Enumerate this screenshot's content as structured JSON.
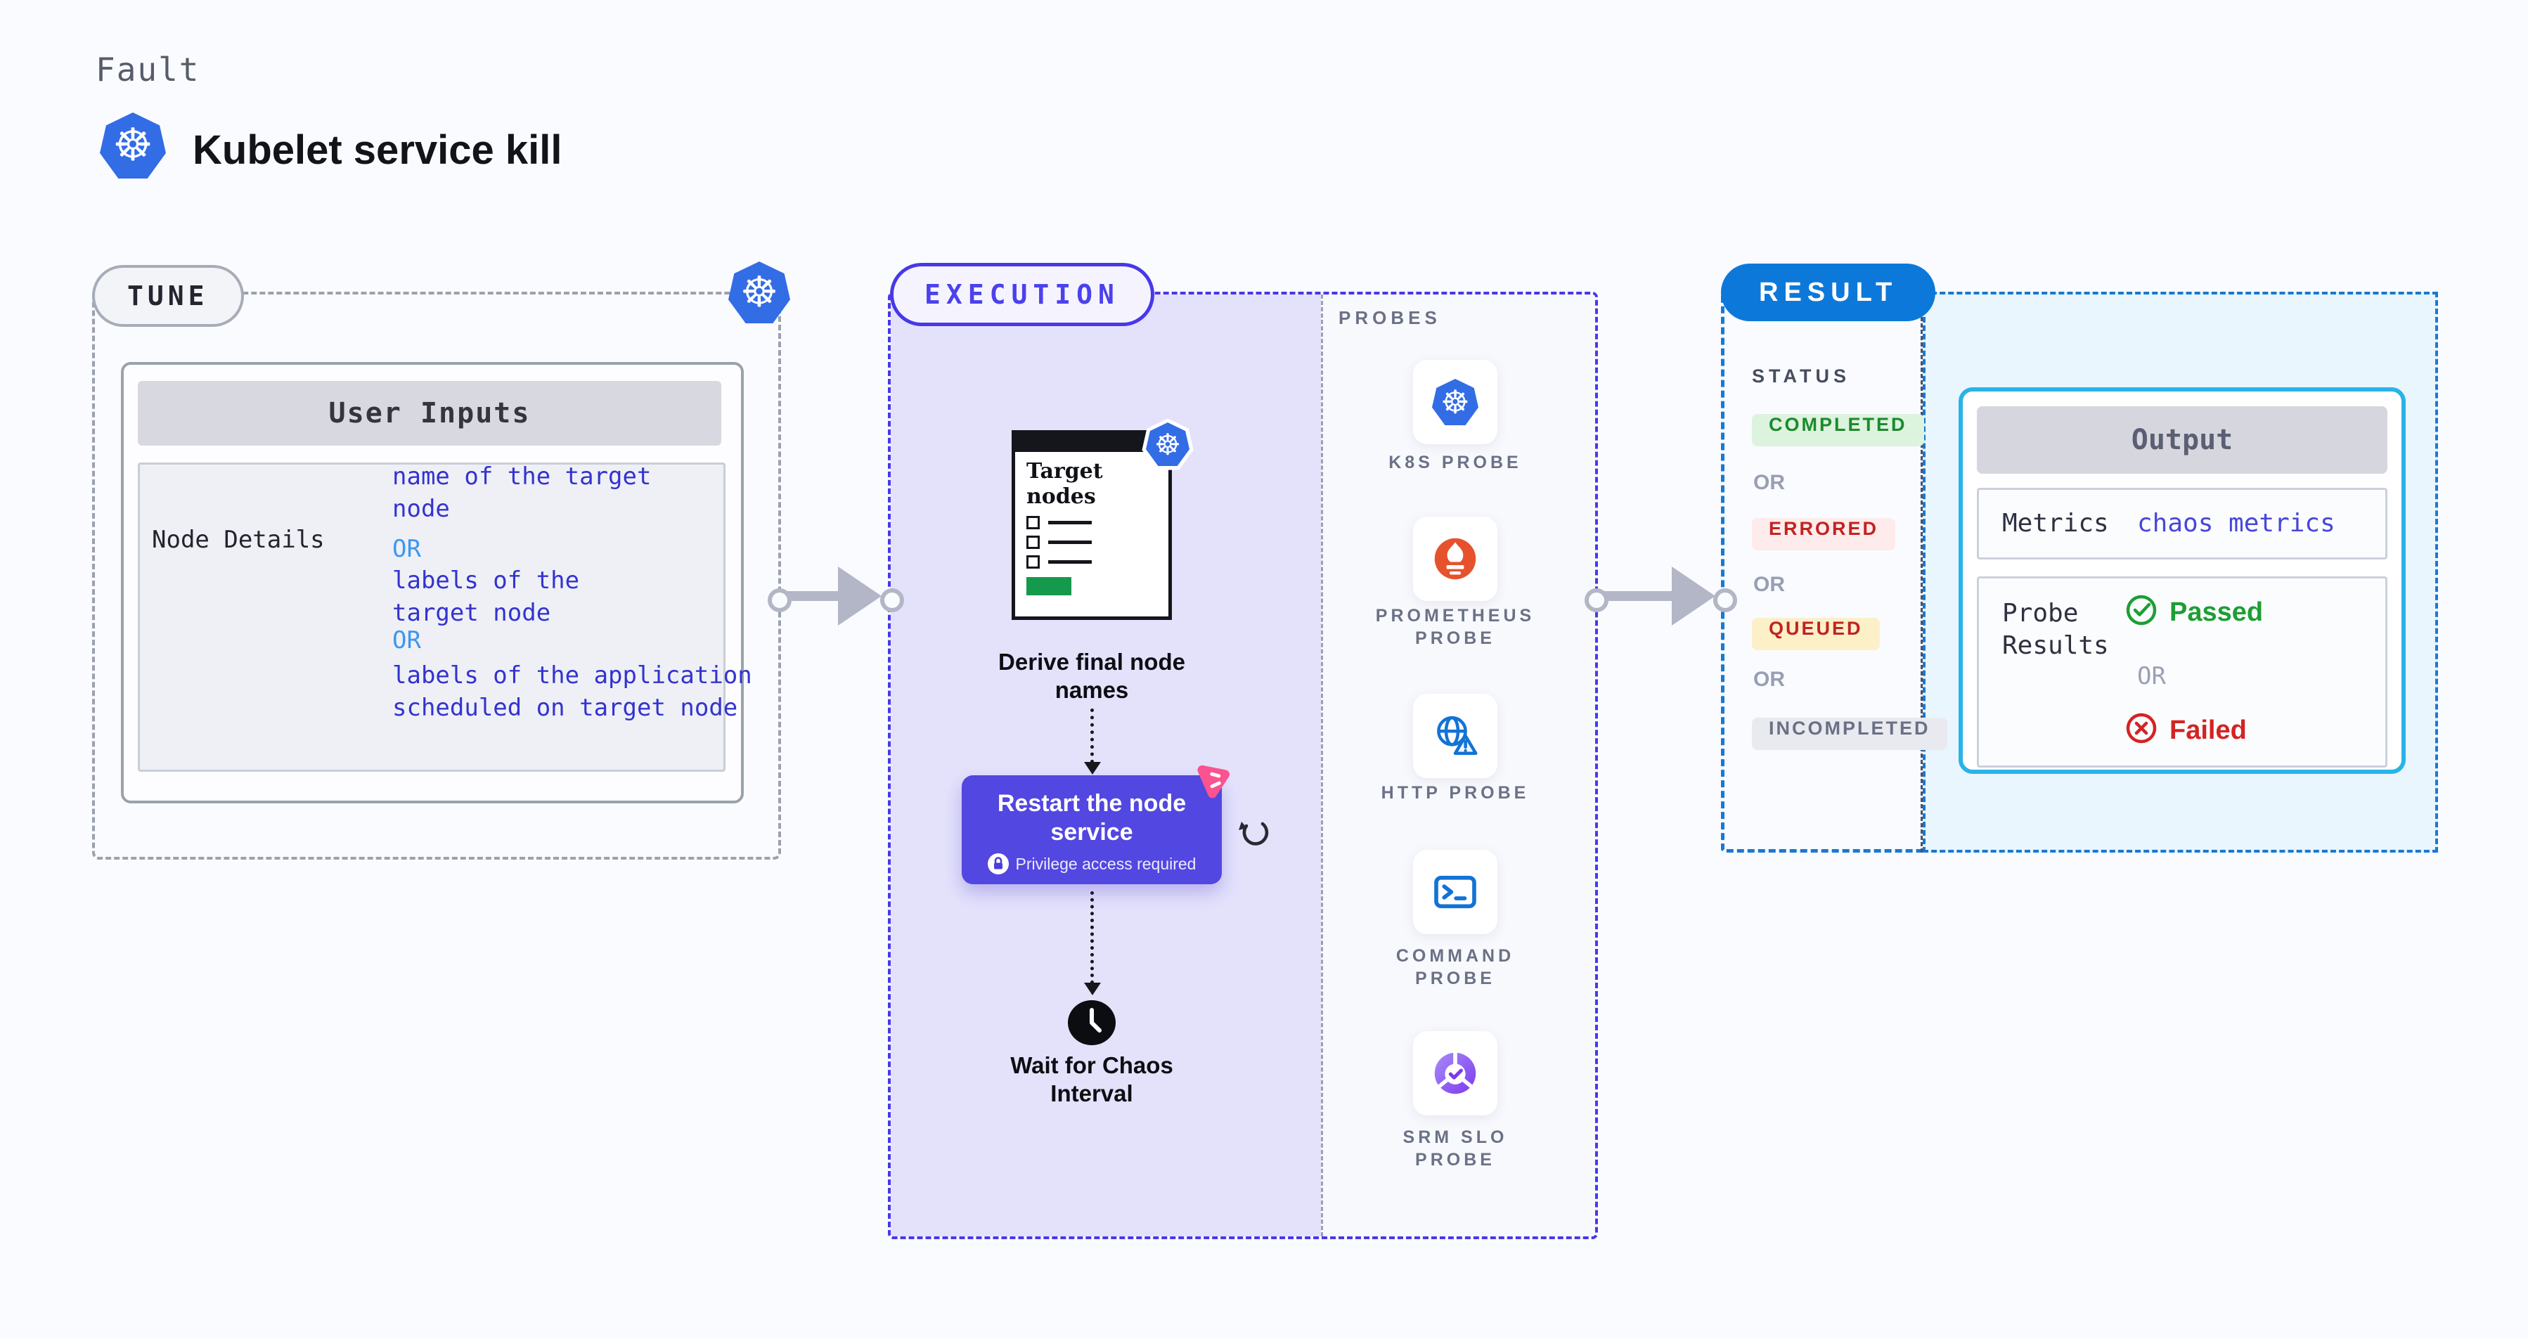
{
  "header": {
    "eyebrow": "Fault",
    "title": "Kubelet service kill"
  },
  "icons": {
    "k8s_wheel": "☸"
  },
  "tune": {
    "pill": "TUNE",
    "panel_title": "User Inputs",
    "row_label": "Node Details",
    "inputs": [
      "name of the target\nnode",
      "OR",
      "labels of the\ntarget node",
      "OR",
      "labels of the application\n scheduled on target node"
    ]
  },
  "execution": {
    "pill": "EXECUTION",
    "target_card_title": "Target nodes",
    "step1_caption": "Derive final node\nnames",
    "action_title": "Restart the node\nservice",
    "action_note": "Privilege access required",
    "step3_caption": "Wait for Chaos\nInterval",
    "probes": {
      "heading": "PROBES",
      "items": [
        {
          "label": "K8S PROBE",
          "icon": "kubernetes-icon"
        },
        {
          "label": "PROMETHEUS\nPROBE",
          "icon": "prometheus-icon"
        },
        {
          "label": "HTTP PROBE",
          "icon": "http-globe-icon"
        },
        {
          "label": "COMMAND\nPROBE",
          "icon": "terminal-icon"
        },
        {
          "label": "SRM SLO\nPROBE",
          "icon": "slo-gauge-icon"
        }
      ]
    }
  },
  "result": {
    "pill": "RESULT",
    "status": {
      "heading": "STATUS",
      "or": "OR",
      "badges": [
        {
          "label": "COMPLETED",
          "fg": "#1b8a2d",
          "bg": "#dcf3dd"
        },
        {
          "label": "ERRORED",
          "fg": "#c32222",
          "bg": "#fdeceb"
        },
        {
          "label": "QUEUED",
          "fg": "#c32222",
          "bg": "#fcf0c8"
        },
        {
          "label": "INCOMPLETED",
          "fg": "#6a7085",
          "bg": "#e9eaf0"
        }
      ]
    },
    "output": {
      "panel_title": "Output",
      "metrics_label": "Metrics",
      "metrics_value": "chaos metrics",
      "probe_results_label": "Probe\nResults",
      "passed": "Passed",
      "or": "OR",
      "failed": "Failed"
    }
  },
  "colors": {
    "page_background": "#fafbfe",
    "kubernetes_blue": "#326de6",
    "input_text_blue": "#3433cf",
    "or_light_blue": "#3f97ee",
    "execution_border_indigo": "#4838ea",
    "execution_fill_lavender": "#e4e2fb",
    "action_box_indigo": "#5247e0",
    "chaos_pink": "#fa5390",
    "result_pill_blue": "#0c79da",
    "result_border_blue": "#1779d4",
    "output_border_cyan": "#29b3e8",
    "output_panel_cyan": "#e9f6fd",
    "passed_green": "#1d9e34",
    "failed_red": "#d42323",
    "target_green": "#159a4d",
    "arrow_gray": "#b2b6c6"
  }
}
